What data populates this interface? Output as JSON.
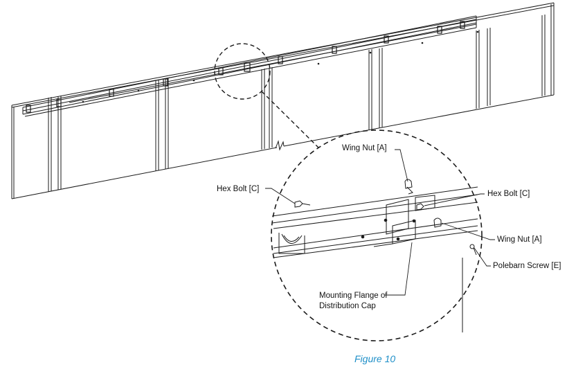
{
  "figure": {
    "caption": "Figure 10",
    "caption_color": "#1e8fc8",
    "line_color": "#1a1a1a"
  },
  "callouts": {
    "wing_nut_top": "Wing Nut [A]",
    "hex_bolt_left": "Hex Bolt [C]",
    "hex_bolt_right": "Hex Bolt [C]",
    "wing_nut_right": "Wing Nut [A]",
    "polebarn_screw": "Polebarn Screw [E]",
    "mounting_flange_line1": "Mounting Flange of",
    "mounting_flange_line2": "Distribution Cap"
  }
}
